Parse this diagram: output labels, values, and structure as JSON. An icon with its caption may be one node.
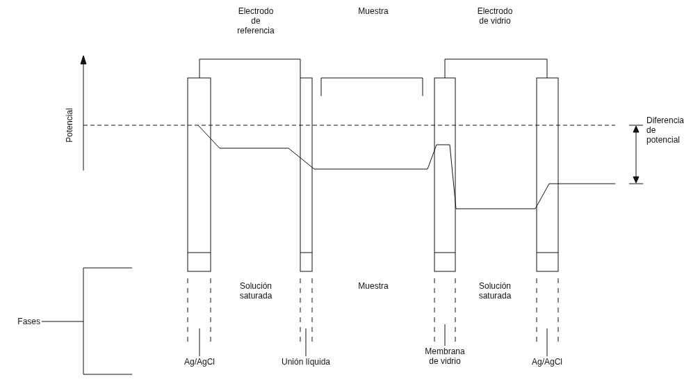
{
  "diagram": {
    "nodes": [
      {
        "text": [
          "Fases"
        ]
      },
      {
        "text": [
          "Ag/AgCl"
        ]
      },
      {
        "text": [
          "Unión líquida"
        ]
      },
      {
        "text": [
          "Membrana de vidrio"
        ]
      },
      {
        "text": [
          "Ag/AgCl"
        ]
      },
      {
        "text": [],
        "shape": "bracket"
      }
    ],
    "edges": [
      {
        "from": 0,
        "to": 5,
        "arrow": "none"
      },
      {
        "from": 1,
        "to": null,
        "arrow": "none"
      },
      {
        "from": 2,
        "to": null,
        "arrow": "none"
      },
      {
        "from": 3,
        "to": null,
        "arrow": "none"
      },
      {
        "from": 4,
        "to": null,
        "arrow": "none"
      }
    ],
    "labels": [
      "Electrodo de referencia",
      "Muestra",
      "Electrodo de vidrio",
      "Potencial",
      "Diferencia de potencial",
      "Solución saturada",
      "Muestra",
      "Solución saturada"
    ]
  }
}
